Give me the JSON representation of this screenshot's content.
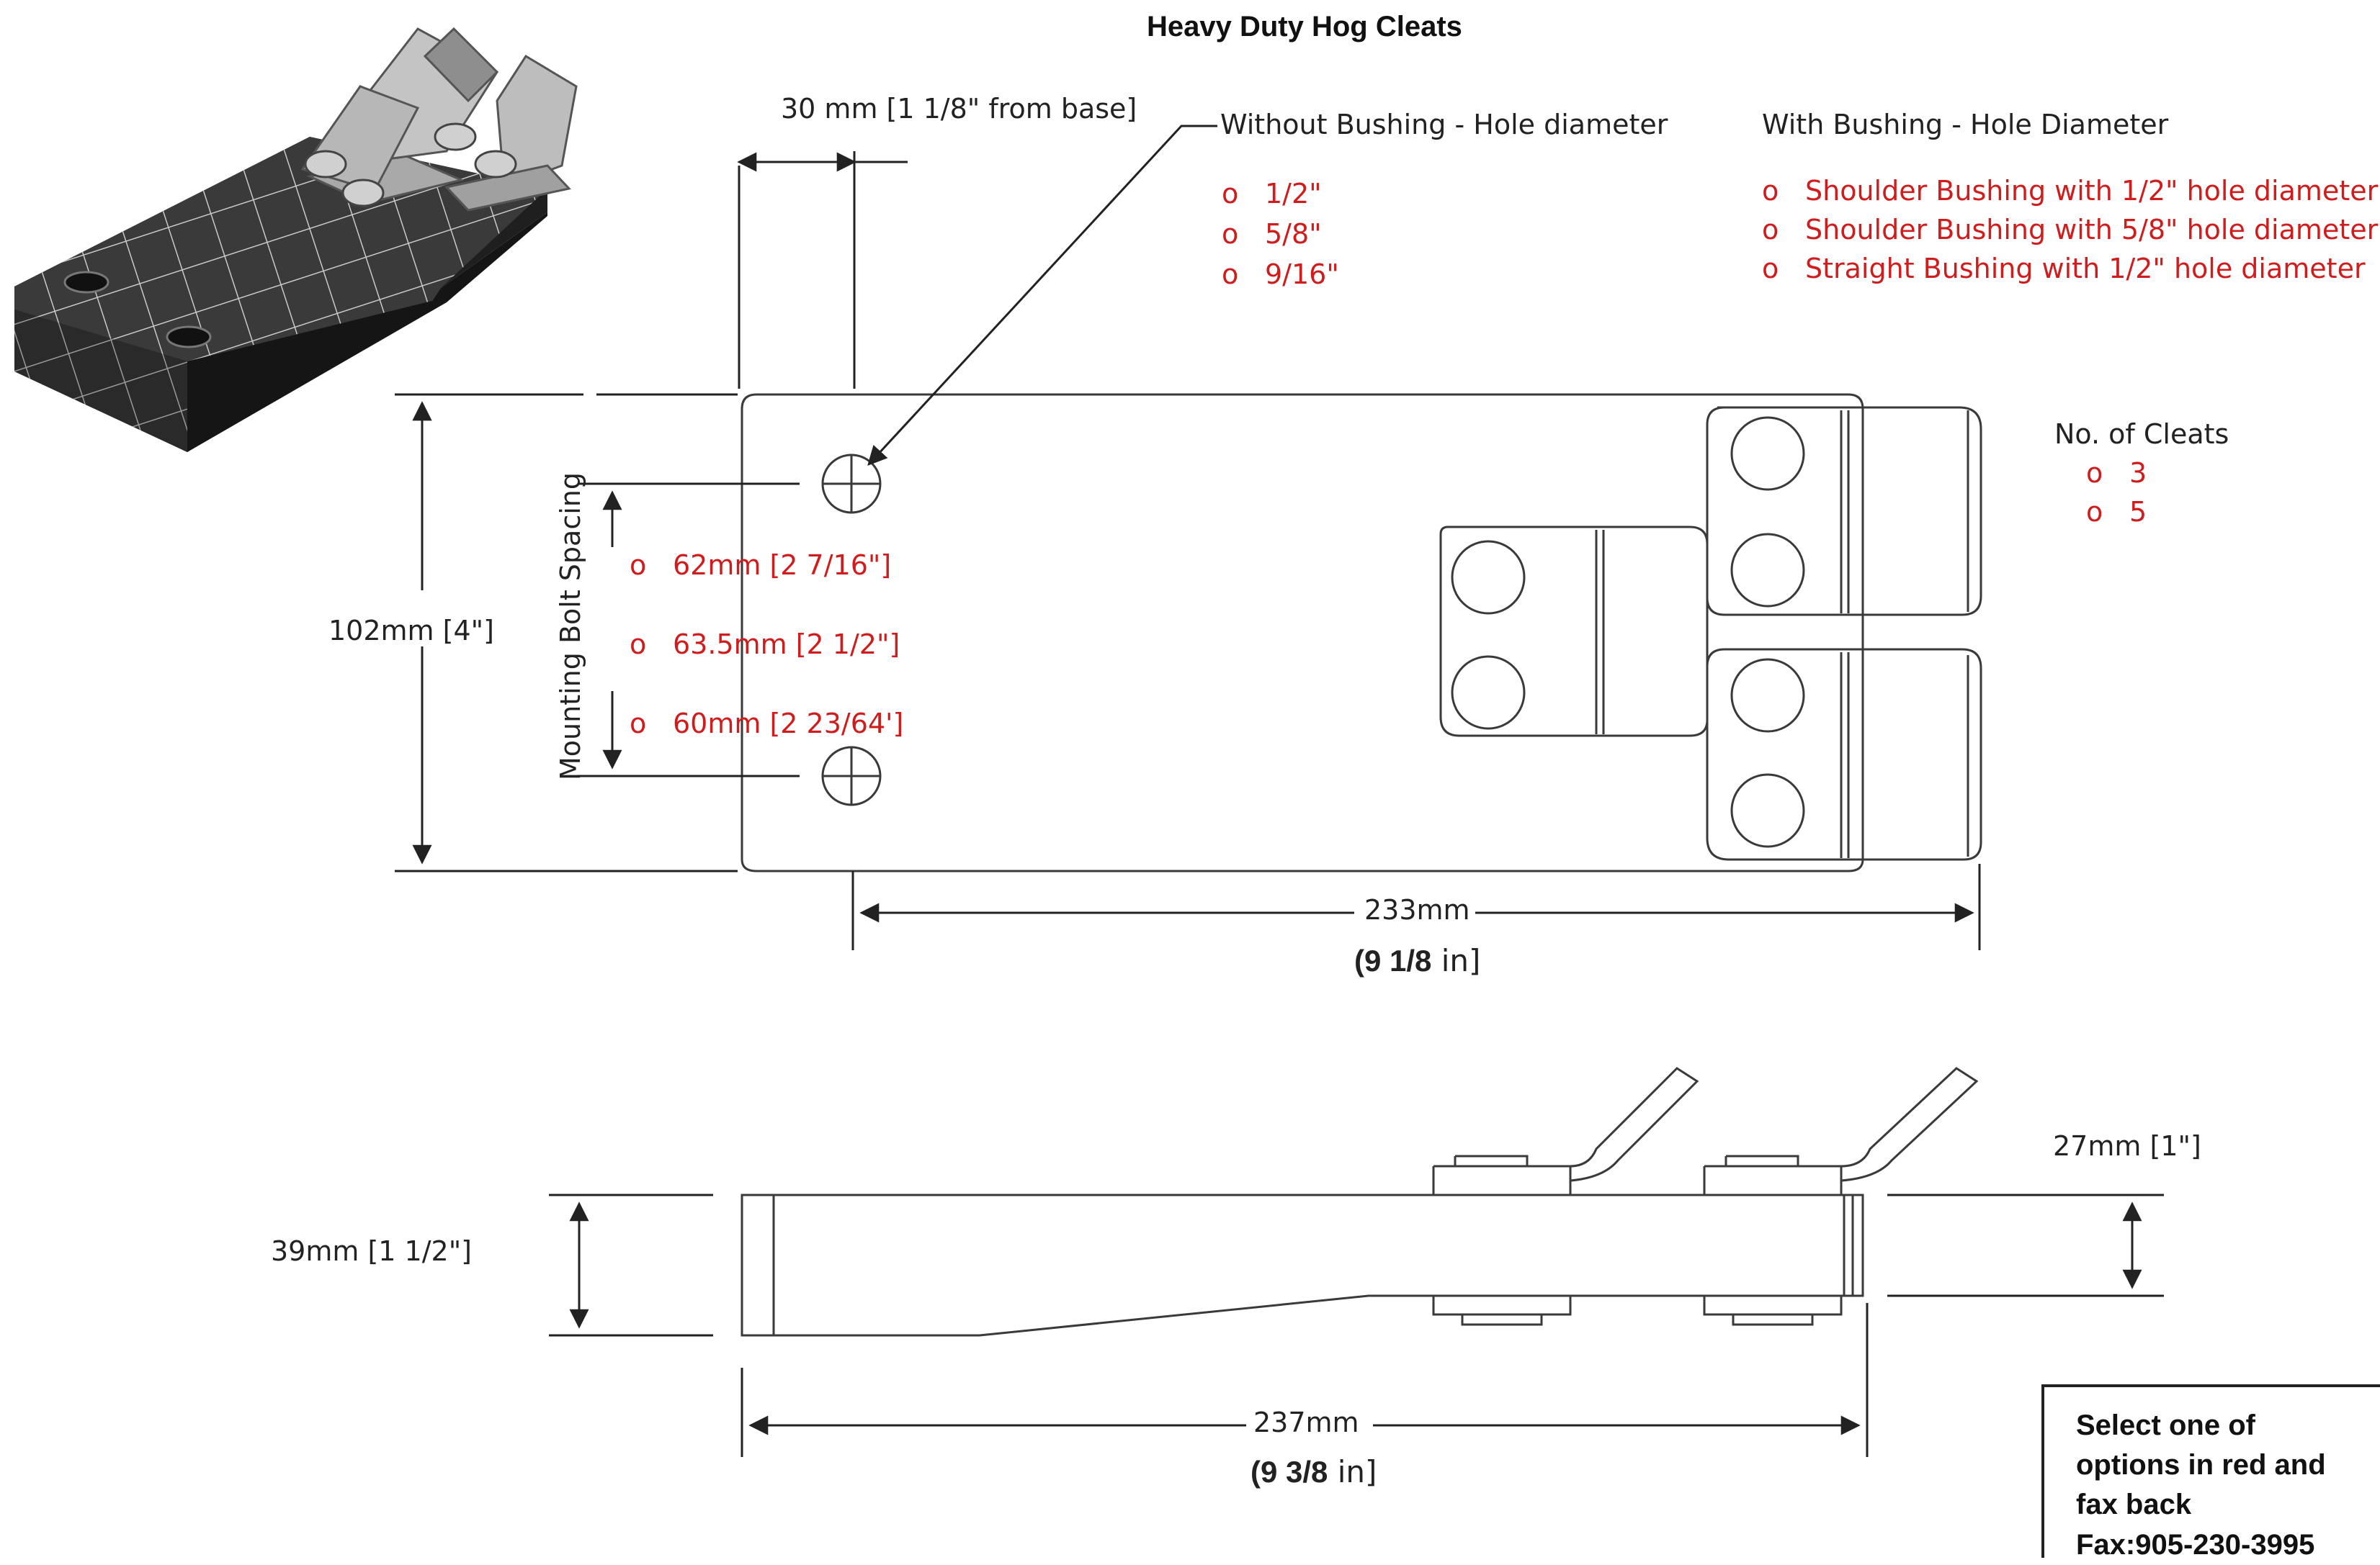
{
  "title": "Heavy Duty Hog Cleats",
  "dims": {
    "top_offset": "30 mm [1 1/8\" from base]",
    "height_top_view": "102mm [4\"]",
    "length_top_view_mm": "233mm",
    "length_top_view_in_num": "(9 1/8",
    "length_top_view_in_unit": " in]",
    "side_height": "39mm [1 1/2\"]",
    "cleat_thickness": "27mm [1\"]",
    "length_side_view_mm": "237mm",
    "length_side_view_in_num": "(9 3/8",
    "length_side_view_in_unit": " in]"
  },
  "mounting_bolt_spacing": {
    "label": "Mounting Bolt Spacing",
    "options": [
      "62mm [2 7/16\"]",
      "63.5mm [2 1/2\"]",
      "60mm [2 23/64']"
    ]
  },
  "without_bushing": {
    "heading": "Without Bushing  - Hole diameter",
    "options": [
      "1/2\"",
      "5/8\"",
      "9/16\""
    ]
  },
  "with_bushing": {
    "heading": "With Bushing - Hole Diameter",
    "options": [
      "Shoulder Bushing with 1/2\" hole diameter",
      "Shoulder Bushing with 5/8\" hole diameter",
      "Straight Bushing with 1/2\" hole diameter"
    ]
  },
  "cleats": {
    "heading": "No. of Cleats",
    "options": [
      "3",
      "5"
    ]
  },
  "note": [
    "Select one of",
    "options in red and",
    "fax back",
    "Fax:905-230-3995"
  ],
  "bullet_symbol": "o",
  "colors": {
    "option_red": "#d01c1c",
    "line": "#3a3a3a",
    "render_dark": "#2b2b2b"
  }
}
